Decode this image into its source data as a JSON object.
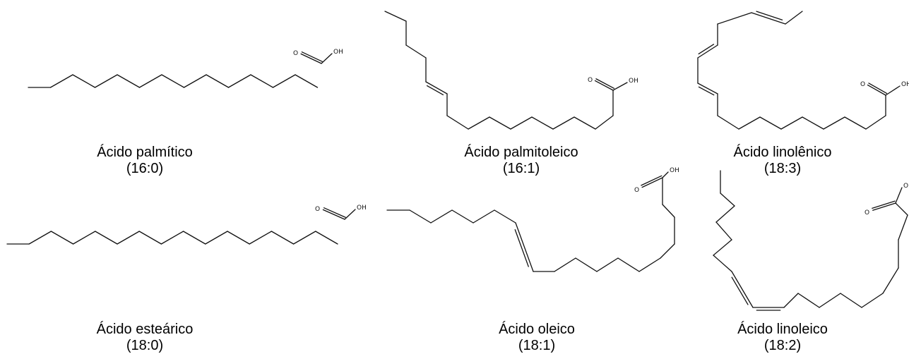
{
  "molecules": [
    {
      "name": "Ácido palmítico",
      "notation": "(16:0)",
      "oxygen_label": "O",
      "hydroxyl_label": "OH"
    },
    {
      "name": "Ácido palmitoleico",
      "notation": "(16:1)",
      "oxygen_label": "O",
      "hydroxyl_label": "OH"
    },
    {
      "name": "Ácido linolênico",
      "notation": "(18:3)",
      "oxygen_label": "O",
      "hydroxyl_label": "OH"
    },
    {
      "name": "Ácido esteárico",
      "notation": "(18:0)",
      "oxygen_label": "O",
      "hydroxyl_label": "OH"
    },
    {
      "name": "Ácido oleico",
      "notation": "(18:1)",
      "oxygen_label": "O",
      "hydroxyl_label": "OH"
    },
    {
      "name": "Ácido linoleico",
      "notation": "(18:2)",
      "oxygen_label": "O",
      "hydroxyl_label": "OH"
    }
  ]
}
